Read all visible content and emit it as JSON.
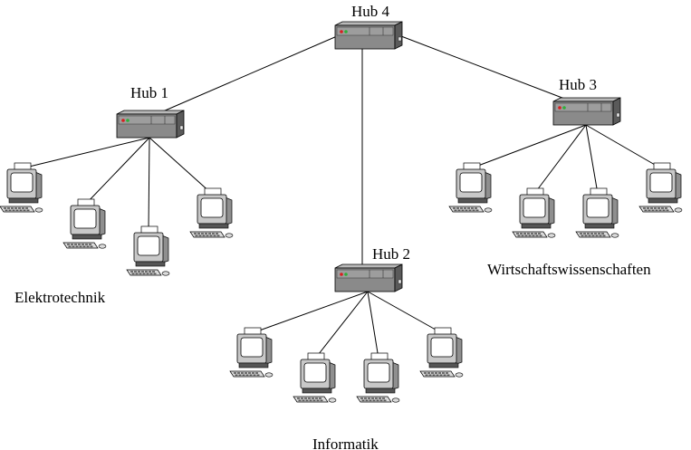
{
  "hubs": [
    {
      "id": "hub4",
      "label": "Hub 4"
    },
    {
      "id": "hub1",
      "label": "Hub 1"
    },
    {
      "id": "hub3",
      "label": "Hub 3"
    },
    {
      "id": "hub2",
      "label": "Hub 2"
    }
  ],
  "departments": [
    {
      "id": "elektrotechnik",
      "label": "Elektrotechnik",
      "hub": "hub1",
      "computers": 4
    },
    {
      "id": "wirtschaft",
      "label": "Wirtschaftswissenschaften",
      "hub": "hub3",
      "computers": 4
    },
    {
      "id": "informatik",
      "label": "Informatik",
      "hub": "hub2",
      "computers": 4
    }
  ],
  "links": [
    [
      "hub4",
      "hub1"
    ],
    [
      "hub4",
      "hub3"
    ],
    [
      "hub4",
      "hub2"
    ]
  ],
  "colors": {
    "hub_body": "#8a8a8a",
    "hub_top": "#b9b9b9",
    "hub_side": "#5a5a5a",
    "led_red": "#d81e1e",
    "led_green": "#2fae3a",
    "monitor_body": "#c8c8c8",
    "monitor_dark": "#555555",
    "screen": "#ffffff",
    "line": "#000000"
  }
}
